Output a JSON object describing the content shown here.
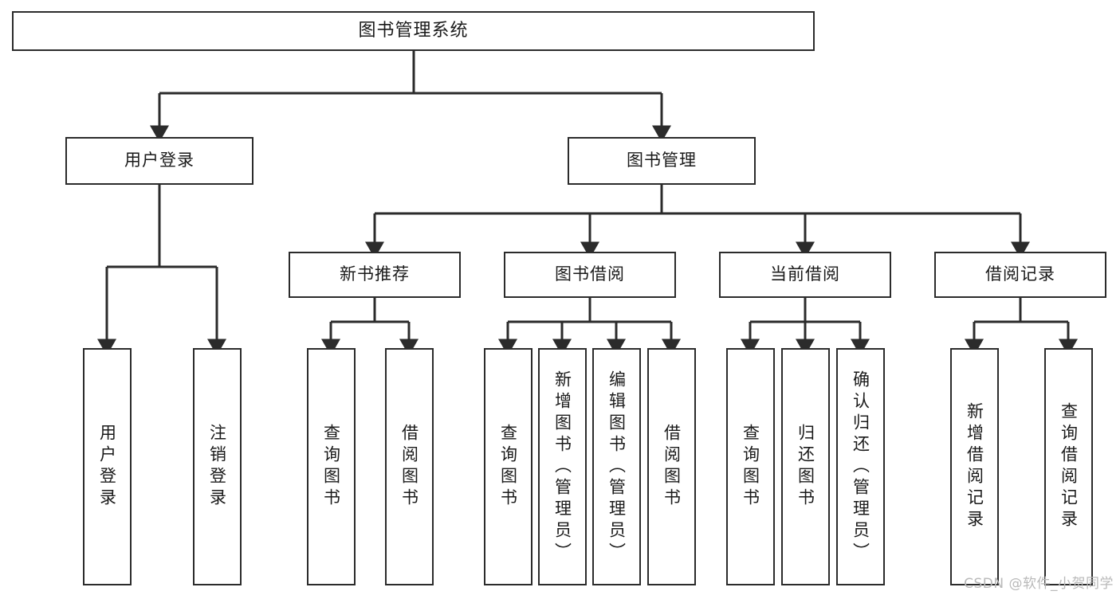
{
  "diagram": {
    "title": "图书管理系统",
    "type": "tree",
    "colors": {
      "stroke": "#2b2b2b",
      "fill": "#ffffff",
      "text": "#1a1a1a",
      "watermark": "#b9b9b9"
    },
    "nodes": {
      "root": {
        "label": "图书管理系统",
        "level": 1
      },
      "level2": [
        {
          "id": "user-login",
          "label": "用户登录"
        },
        {
          "id": "book-manage",
          "label": "图书管理"
        }
      ],
      "level3": [
        {
          "id": "new-book-recommend",
          "label": "新书推荐",
          "parent": "book-manage"
        },
        {
          "id": "book-borrow",
          "label": "图书借阅",
          "parent": "book-manage"
        },
        {
          "id": "current-borrow",
          "label": "当前借阅",
          "parent": "book-manage"
        },
        {
          "id": "borrow-record",
          "label": "借阅记录",
          "parent": "book-manage"
        }
      ],
      "leaves": {
        "user-login": [
          {
            "id": "leaf-user-login",
            "label": "用户登录"
          },
          {
            "id": "leaf-logout",
            "label": "注销登录"
          }
        ],
        "new-book-recommend": [
          {
            "id": "leaf-query-book-1",
            "label": "查询图书"
          },
          {
            "id": "leaf-borrow-book-1",
            "label": "借阅图书"
          }
        ],
        "book-borrow": [
          {
            "id": "leaf-query-book-2",
            "label": "查询图书"
          },
          {
            "id": "leaf-add-book",
            "label": "新增图书（管理员）"
          },
          {
            "id": "leaf-edit-book",
            "label": "编辑图书（管理员）"
          },
          {
            "id": "leaf-borrow-book-2",
            "label": "借阅图书"
          }
        ],
        "current-borrow": [
          {
            "id": "leaf-query-book-3",
            "label": "查询图书"
          },
          {
            "id": "leaf-return-book",
            "label": "归还图书"
          },
          {
            "id": "leaf-confirm-return",
            "label": "确认归还（管理员）"
          }
        ],
        "borrow-record": [
          {
            "id": "leaf-add-record",
            "label": "新增借阅记录"
          },
          {
            "id": "leaf-query-record",
            "label": "查询借阅记录"
          }
        ]
      }
    },
    "watermark": "CSDN @软件_小贺同学"
  }
}
